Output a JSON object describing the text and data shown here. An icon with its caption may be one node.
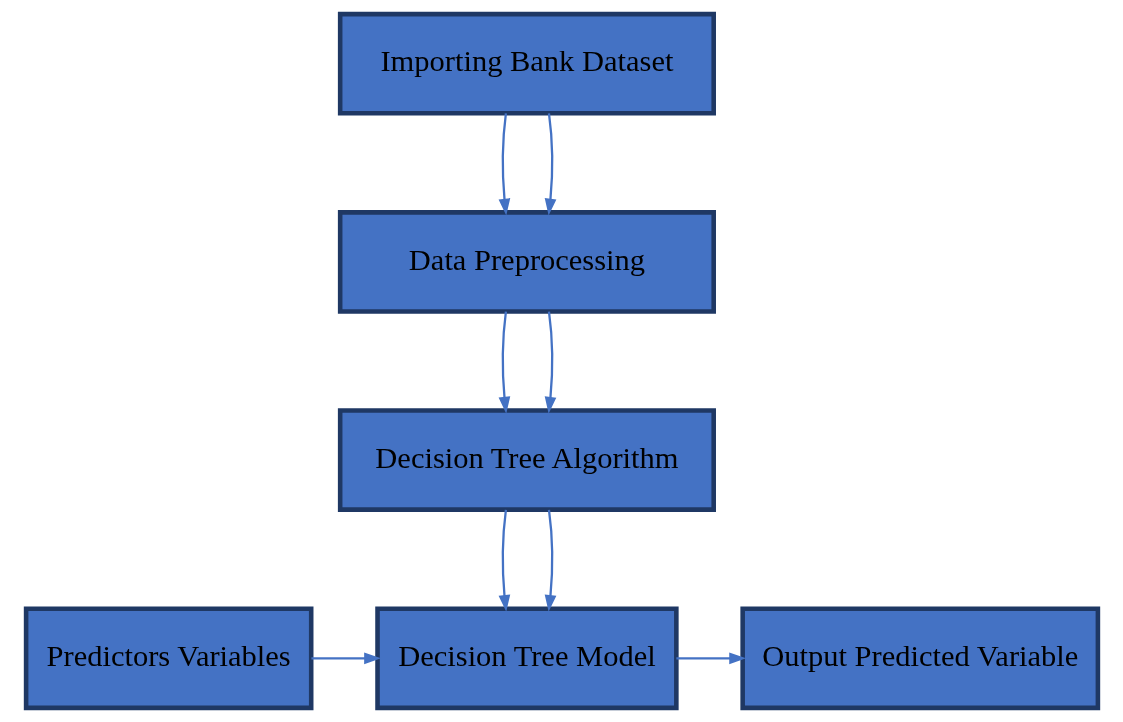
{
  "diagram": {
    "nodes": [
      {
        "text": [
          "Importing Bank Dataset"
        ]
      },
      {
        "text": [
          "Data Preprocessing"
        ]
      },
      {
        "text": [
          "Decision Tree Algorithm"
        ]
      },
      {
        "text": [
          "Predictors Variables"
        ]
      },
      {
        "text": [
          "Decision Tree Model"
        ]
      },
      {
        "text": [
          "Output Predicted Variable"
        ]
      }
    ],
    "edges": [
      {
        "from": 0,
        "to": 1,
        "arrow": "to"
      },
      {
        "from": 0,
        "to": 1,
        "arrow": "to"
      },
      {
        "from": 1,
        "to": 2,
        "arrow": "to"
      },
      {
        "from": 1,
        "to": 2,
        "arrow": "to"
      },
      {
        "from": 2,
        "to": 4,
        "arrow": "to"
      },
      {
        "from": 2,
        "to": 4,
        "arrow": "to"
      },
      {
        "from": 3,
        "to": 4,
        "arrow": "to"
      },
      {
        "from": 4,
        "to": 5,
        "arrow": "to"
      }
    ]
  }
}
